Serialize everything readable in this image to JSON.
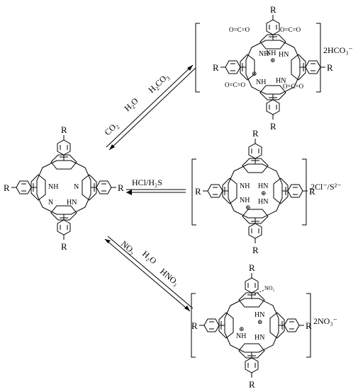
{
  "substituent": "R",
  "nh": "NH",
  "hn": "HN",
  "plus": "⊕",
  "n_imine": "N",
  "co2_label": "O=C=O",
  "reactions": {
    "top": {
      "forward_reagent": "CO",
      "forward_sub": "2",
      "reverse_reagent_h2o": "H",
      "reverse_h2o_sub": "2",
      "reverse_h2o_rest": "O",
      "reverse_reagent_h2co3": "H",
      "reverse_h2co3_sub": "2",
      "reverse_h2co3_rest": "CO",
      "reverse_h2co3_sub2": "3",
      "counter_ion": "2HCO₃⁻"
    },
    "middle": {
      "reagent": "HCl/H₂S",
      "counter_ion": "2Cl⁻/S²⁻"
    },
    "bottom": {
      "forward_reagent": "NO",
      "forward_sub": "2",
      "reverse_h2o": "H₂O",
      "reverse_hno3": "HNO₃",
      "counter_ion": "2NO₃⁻",
      "adduct": "NO₂"
    }
  }
}
